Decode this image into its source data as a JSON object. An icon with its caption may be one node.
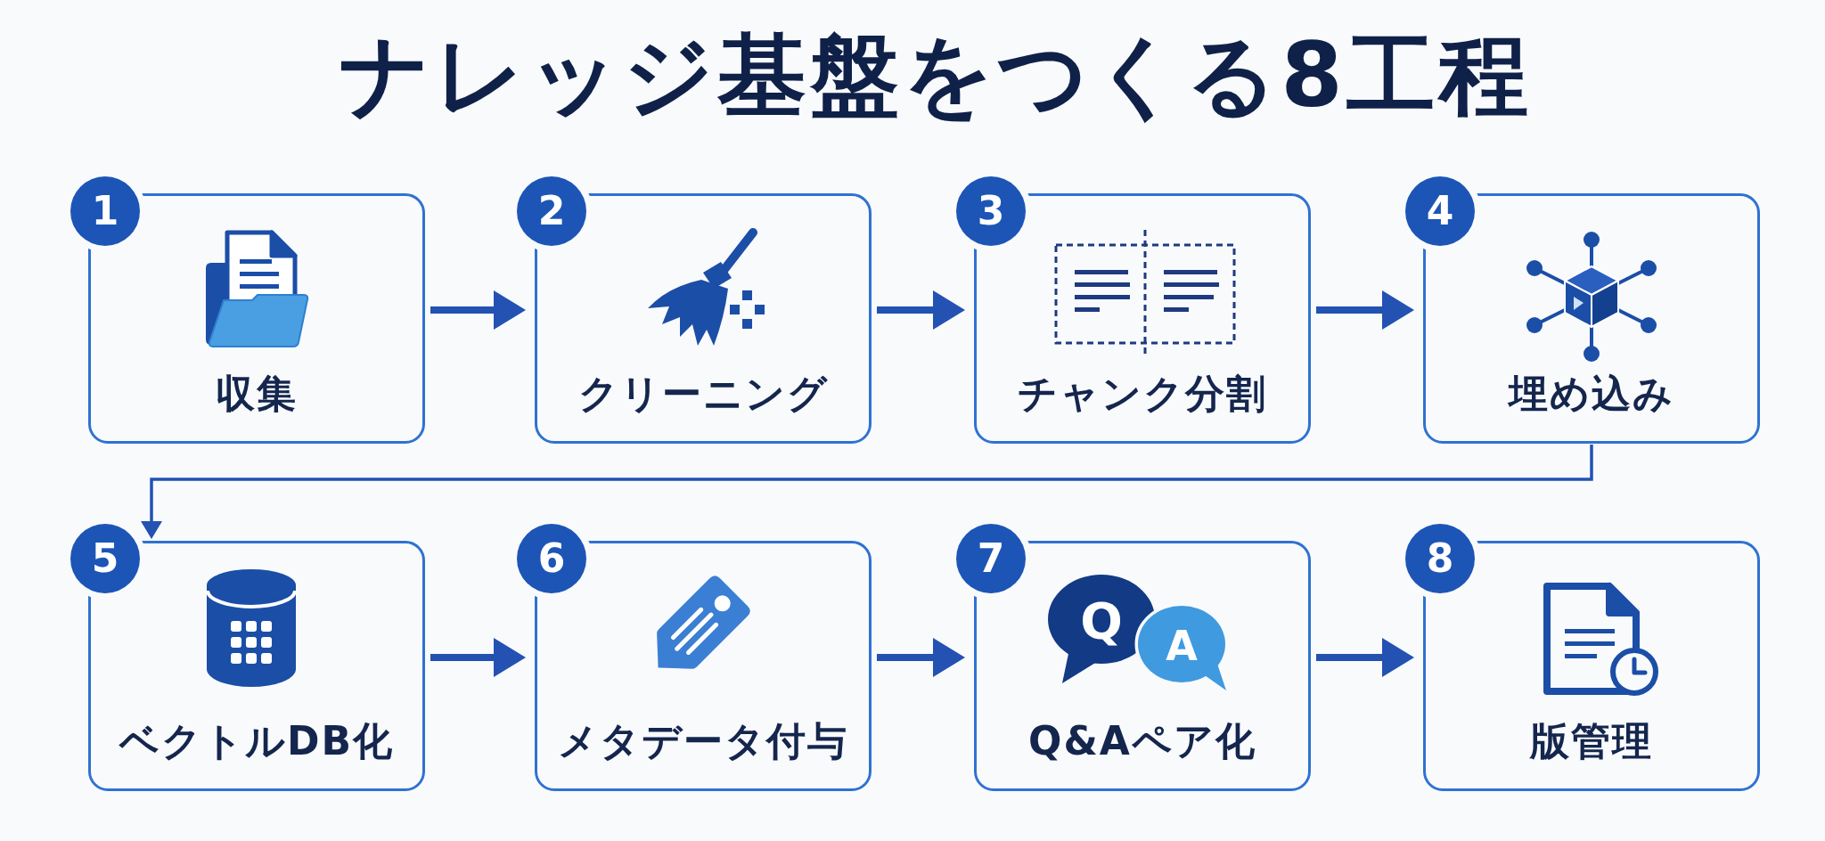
{
  "diagram": {
    "title": "ナレッジ基盤をつくる8工程",
    "nodes": [
      {
        "text": [
          "1",
          "収集"
        ]
      },
      {
        "text": [
          "2",
          "クリーニング"
        ]
      },
      {
        "text": [
          "3",
          "チャンク分割"
        ]
      },
      {
        "text": [
          "4",
          "埋め込み"
        ]
      },
      {
        "text": [
          "5",
          "ベクトルDB化"
        ]
      },
      {
        "text": [
          "6",
          "メタデータ付与"
        ]
      },
      {
        "text": [
          "7",
          "Q&Aペア化"
        ]
      },
      {
        "text": [
          "8",
          "版管理"
        ]
      }
    ],
    "edges": [
      {
        "from": 0,
        "to": 1,
        "arrow": "to"
      },
      {
        "from": 1,
        "to": 2,
        "arrow": "to"
      },
      {
        "from": 2,
        "to": 3,
        "arrow": "to"
      },
      {
        "from": 3,
        "to": 4,
        "arrow": "to"
      },
      {
        "from": 4,
        "to": 5,
        "arrow": "to"
      },
      {
        "from": 5,
        "to": 6,
        "arrow": "to"
      },
      {
        "from": 6,
        "to": 7,
        "arrow": "to"
      }
    ],
    "labels": [
      "Q",
      "A"
    ]
  }
}
